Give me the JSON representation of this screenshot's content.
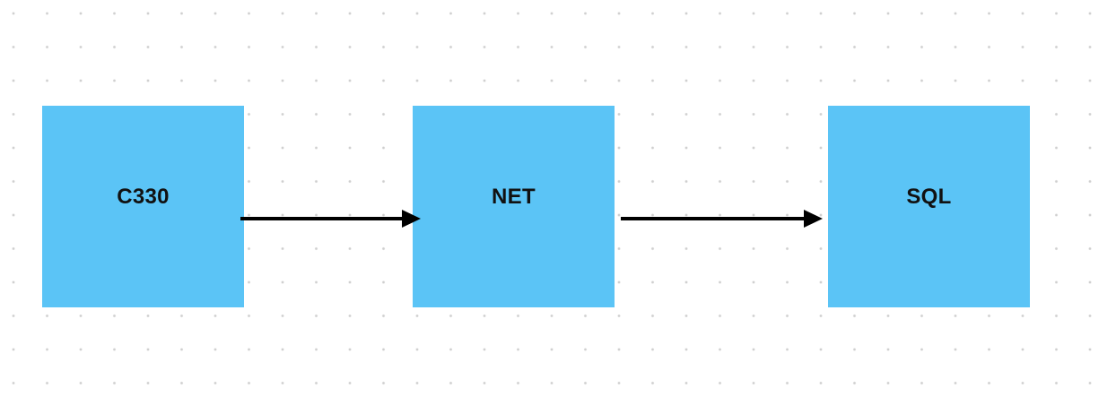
{
  "diagram": {
    "nodes": [
      {
        "id": "c330",
        "label": "C330"
      },
      {
        "id": "net",
        "label": "NET"
      },
      {
        "id": "sql",
        "label": "SQL"
      }
    ],
    "edges": [
      {
        "from": "c330",
        "to": "net"
      },
      {
        "from": "net",
        "to": "sql"
      }
    ],
    "colors": {
      "node_fill": "#5BC4F6",
      "edge": "#000000",
      "grid_dot": "#CFCFCF",
      "background": "#FFFFFF"
    }
  }
}
